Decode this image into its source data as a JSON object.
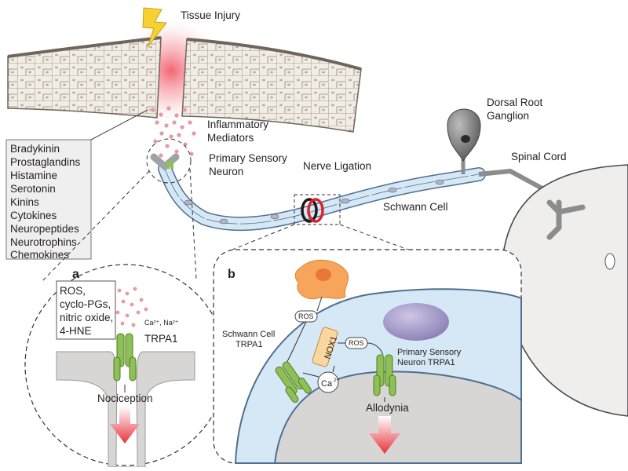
{
  "labels": {
    "tissue_injury": "Tissue Injury",
    "inflammatory_mediators_1": "Inflammatory",
    "inflammatory_mediators_2": "Mediators",
    "primary_sensory_neuron_1": "Primary Sensory",
    "primary_sensory_neuron_2": "Neuron",
    "nerve_ligation": "Nerve Ligation",
    "schwann_cell": "Schwann Cell",
    "dorsal_root_1": "Dorsal Root",
    "dorsal_root_2": "Ganglion",
    "spinal_cord": "Spinal Cord"
  },
  "mediators": [
    "Bradykinin",
    "Prostaglandins",
    "Histamine",
    "Serotonin",
    "Kinins",
    "Cytokines",
    "Neuropeptides",
    "Neurotrophins",
    "Chemokines"
  ],
  "panel_a": {
    "letter": "a",
    "stimuli": [
      "ROS,",
      "cyclo-PGs,",
      "nitric oxide,",
      "4-HNE"
    ],
    "ions": "Ca²⁺, Na²⁺",
    "channel": "TRPA1",
    "outcome": "Nociception"
  },
  "panel_b": {
    "letter": "b",
    "ros_top": "ROS",
    "ros_mid": "ROS",
    "schwann_trpa1_1": "Schwann Cell",
    "schwann_trpa1_2": "TRPA1",
    "nox1": "NOX1",
    "ca_1": "Ca",
    "ca_2": "2+",
    "psn_trpa1_1": "Primary Sensory",
    "psn_trpa1_2": "Neuron TRPA1",
    "outcome": "Allodynia"
  },
  "colors": {
    "skin_cell": "#efe9df",
    "nerve": "#cfe3f3",
    "nerve_stroke": "#4f6f8f",
    "channel": "#8fc056",
    "arrow_red": "#e8333c",
    "ros_dot": "#e79aa0",
    "macrophage": "#f7a55a",
    "nox": "#fbd7a0",
    "grey": "#cfcdcb"
  }
}
